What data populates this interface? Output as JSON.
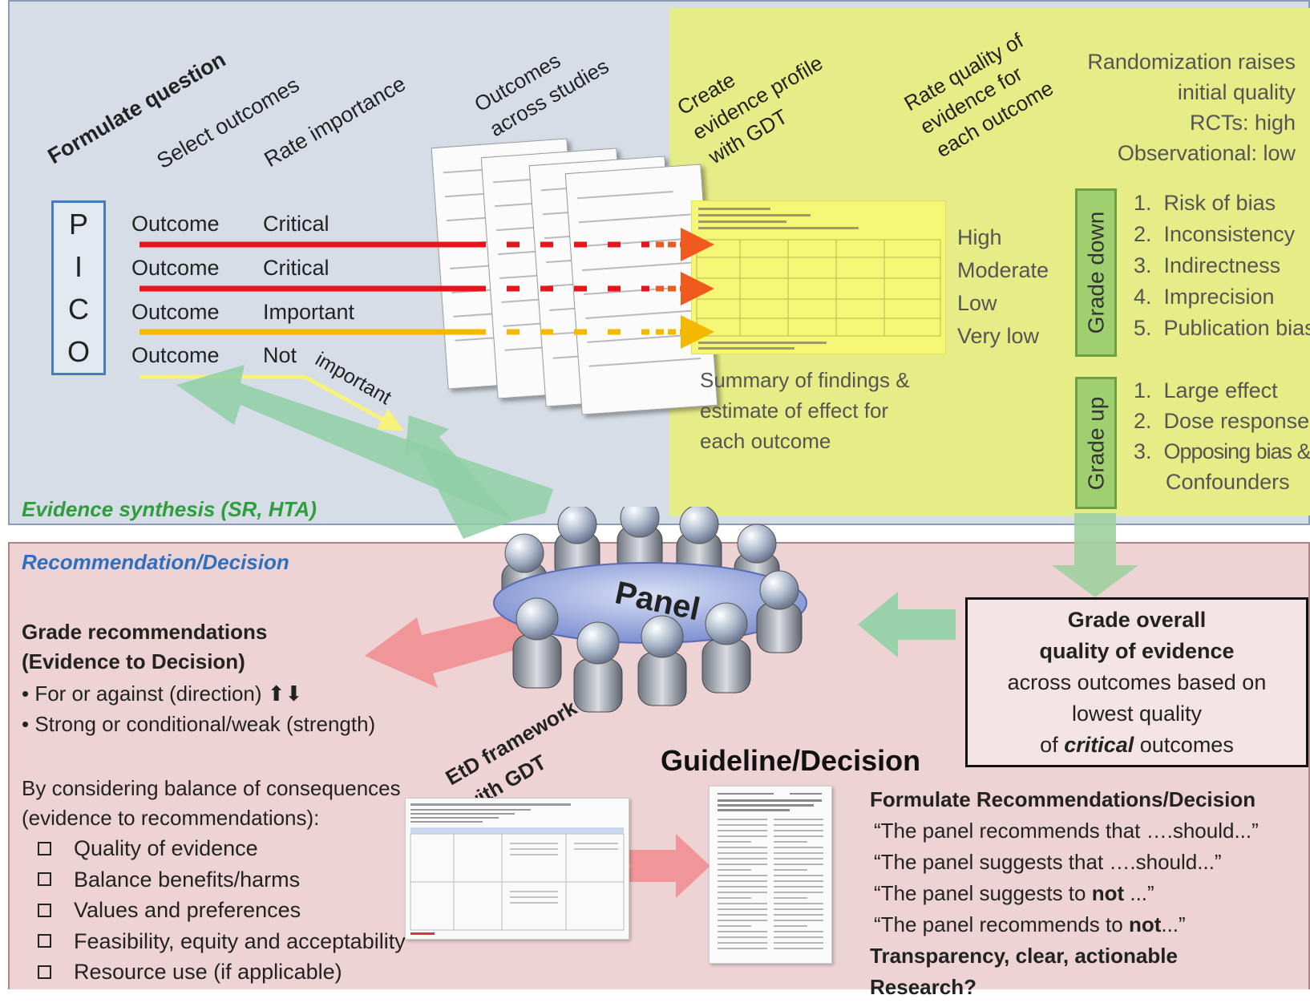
{
  "top_left_steps": {
    "formulate": "Formulate  question",
    "select": "Select  outcomes",
    "rate": "Rate  importance",
    "outcomes_across": [
      "Outcomes",
      "across studies"
    ]
  },
  "pico": [
    "P",
    "I",
    "C",
    "O"
  ],
  "outcome_rows": [
    {
      "label": "Outcome",
      "importance": "Critical",
      "color": "#e8141b"
    },
    {
      "label": "Outcome",
      "importance": "Critical",
      "color": "#e8141b"
    },
    {
      "label": "Outcome",
      "importance": "Important",
      "color": "#f5b800"
    },
    {
      "label": "Outcome",
      "importance": "Not",
      "color": "#f7f27a"
    }
  ],
  "not_important_suffix": "important",
  "evidence_synthesis": "Evidence synthesis (SR, HTA)",
  "yellow": {
    "create_profile": [
      "Create",
      "evidence profile",
      "with GDT"
    ],
    "rate_quality": [
      "Rate quality of",
      "evidence for",
      "each outcome"
    ],
    "randomization": [
      "Randomization raises",
      "initial quality",
      "RCTs: high",
      "Observational: low"
    ],
    "quality_levels": [
      "High",
      "Moderate",
      "Low",
      "Very low"
    ],
    "summary": [
      "Summary of findings &",
      "estimate of effect for",
      "each outcome"
    ],
    "grade_down_label": "Grade  down",
    "grade_down_items": [
      "Risk of bias",
      "Inconsistency",
      "Indirectness",
      "Imprecision",
      "Publication bias"
    ],
    "grade_up_label": "Grade  up",
    "grade_up_items": [
      "Large effect",
      "Dose  response",
      "Opposing bias &",
      "Confounders"
    ]
  },
  "bottom": {
    "section_label": "Recommendation/Decision",
    "grade_recs": [
      "Grade recommendations",
      "(Evidence to Decision)"
    ],
    "bullets": [
      "For or against (direction) ⬆⬇",
      "Strong or conditional/weak (strength)"
    ],
    "considering": [
      "By considering balance of consequences",
      "(evidence to recommendations):"
    ],
    "checks": [
      "Quality of evidence",
      "Balance benefits/harms",
      "Values and preferences",
      "Feasibility, equity and acceptability",
      "Resource use (if applicable)"
    ],
    "etd": [
      "EtD framework",
      "with GDT"
    ],
    "panel": "Panel",
    "guideline_title": "Guideline/Decision",
    "overall": {
      "line1": "Grade overall",
      "line2": "quality  of  evidence",
      "line3": "across outcomes based on",
      "line4": "lowest quality",
      "line5_pre": "of ",
      "line5_em": "critical",
      "line5_post": " outcomes"
    },
    "formulate_recs": {
      "title": "Formulate Recommendations/Decision",
      "q1": "“The panel recommends that ….should...”",
      "q2": "“The panel suggests that ….should...”",
      "q3_pre": "“The panel suggests to ",
      "q3_bold": "not",
      "q3_post": " ...”",
      "q4_pre": "“The panel recommends to ",
      "q4_bold": "not",
      "q4_post": "...”",
      "transparency": "Transparency, clear, actionable",
      "research": "Research?"
    }
  },
  "colors": {
    "top_panel": "#d6dde7",
    "yellow_panel": "#e6ec86",
    "bottom_panel": "#edd3d4",
    "critical_line": "#e8141b",
    "important_line": "#f5b800",
    "not_important_line": "#f7f27a",
    "green_arrow": "#8fd0a6",
    "red_arrow": "#ef8f92",
    "evidence_synthesis_text": "#2e9e3c",
    "recommendation_text": "#2f6fc0"
  }
}
